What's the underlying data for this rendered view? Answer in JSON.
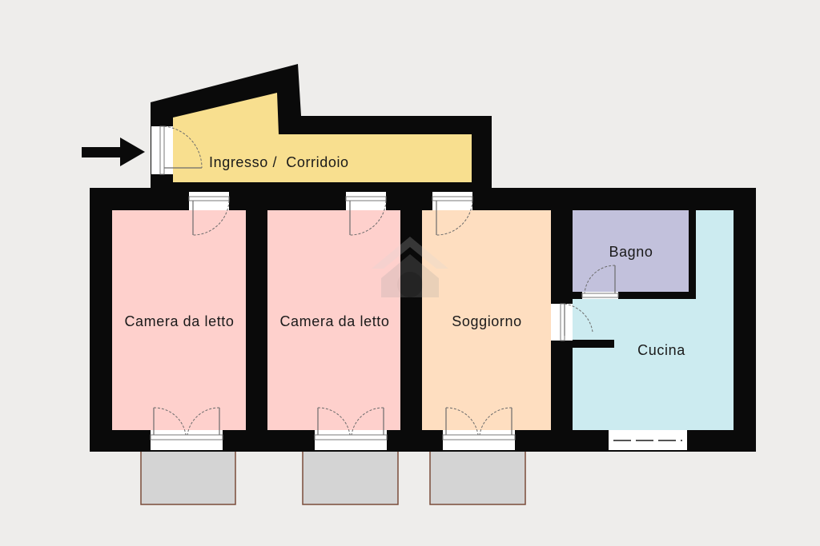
{
  "floorplan": {
    "rooms": {
      "ingresso": {
        "label": "Ingresso /  Corridoio",
        "color": "#f8df8f"
      },
      "camera1": {
        "label": "Camera da letto",
        "color": "#fed0cc"
      },
      "camera2": {
        "label": "Camera da letto",
        "color": "#fed0cc"
      },
      "soggiorno": {
        "label": "Soggiorno",
        "color": "#fedec0"
      },
      "bagno": {
        "label": "Bagno",
        "color": "#c2c1dc"
      },
      "cucina": {
        "label": "Cucina",
        "color": "#ccebf0"
      }
    },
    "colors": {
      "wall": "#0a0a0a",
      "balcony": "#d4d4d4",
      "balcony_edge": "#7a4c3a",
      "background": "#eeedeb",
      "watermark": "#e04040"
    },
    "icons": {
      "entrance": "arrow-right-icon",
      "watermark": "house-logo-icon"
    }
  }
}
